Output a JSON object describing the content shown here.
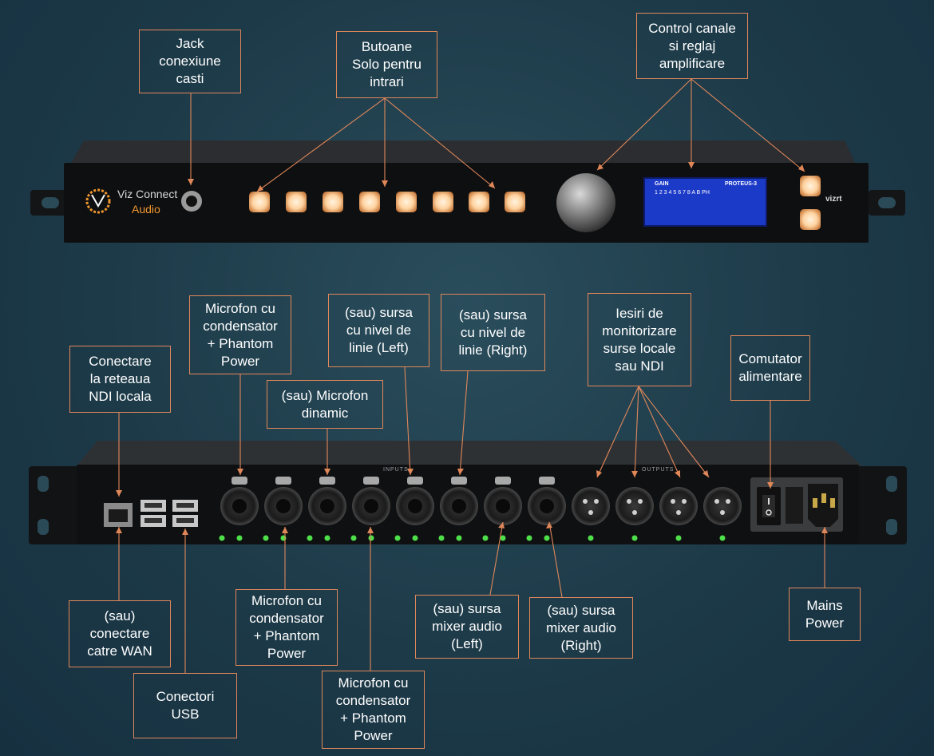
{
  "device": {
    "brand_line1": "Viz Connect",
    "brand_line2": "Audio",
    "lcd_gain": "GAIN",
    "lcd_model": "PROTEUS-3",
    "lcd_channels": "1 2 3 4 5 6 7 8 A B PH",
    "logo": "vizrt",
    "rear_inputs_label": "INPUTS",
    "rear_outputs_label": "OUTPUTS"
  },
  "callouts": {
    "headphone_jack": "Jack\nconexiune\ncasti",
    "solo_buttons": "Butoane\nSolo pentru\nintrari",
    "channel_control": "Control canale\nsi reglaj\namplificare",
    "ndi_network": "Conectare\nla reteaua\nNDI locala",
    "condenser_mic_top": "Microfon cu\ncondensator\n+ Phantom\nPower",
    "dynamic_mic": "(sau) Microfon\ndinamic",
    "line_left": "(sau) sursa\ncu nivel de\nlinie (Left)",
    "line_right": "(sau) sursa\ncu nivel de\nlinie (Right)",
    "monitor_outputs": "Iesiri de\nmonitorizare\nsurse locale\nsau NDI",
    "power_switch": "Comutator\nalimentare",
    "wan": "(sau)\nconectare\ncatre WAN",
    "condenser_mic_mid": "Microfon cu\ncondensator\n+ Phantom\nPower",
    "condenser_mic_bottom": "Microfon cu\ncondensator\n+ Phantom\nPower",
    "usb": "Conectori\nUSB",
    "mixer_left": "(sau) sursa\nmixer audio\n(Left)",
    "mixer_right": "(sau) sursa\nmixer audio\n(Right)",
    "mains": "Mains\nPower"
  },
  "colors": {
    "callout_border": "#e0875a",
    "leader_line": "#e0875a",
    "button_glow": "#ffd9a8",
    "led_green": "#4ee04a",
    "lcd_blue": "#1c3ac8",
    "brand_orange": "#f0962e"
  }
}
